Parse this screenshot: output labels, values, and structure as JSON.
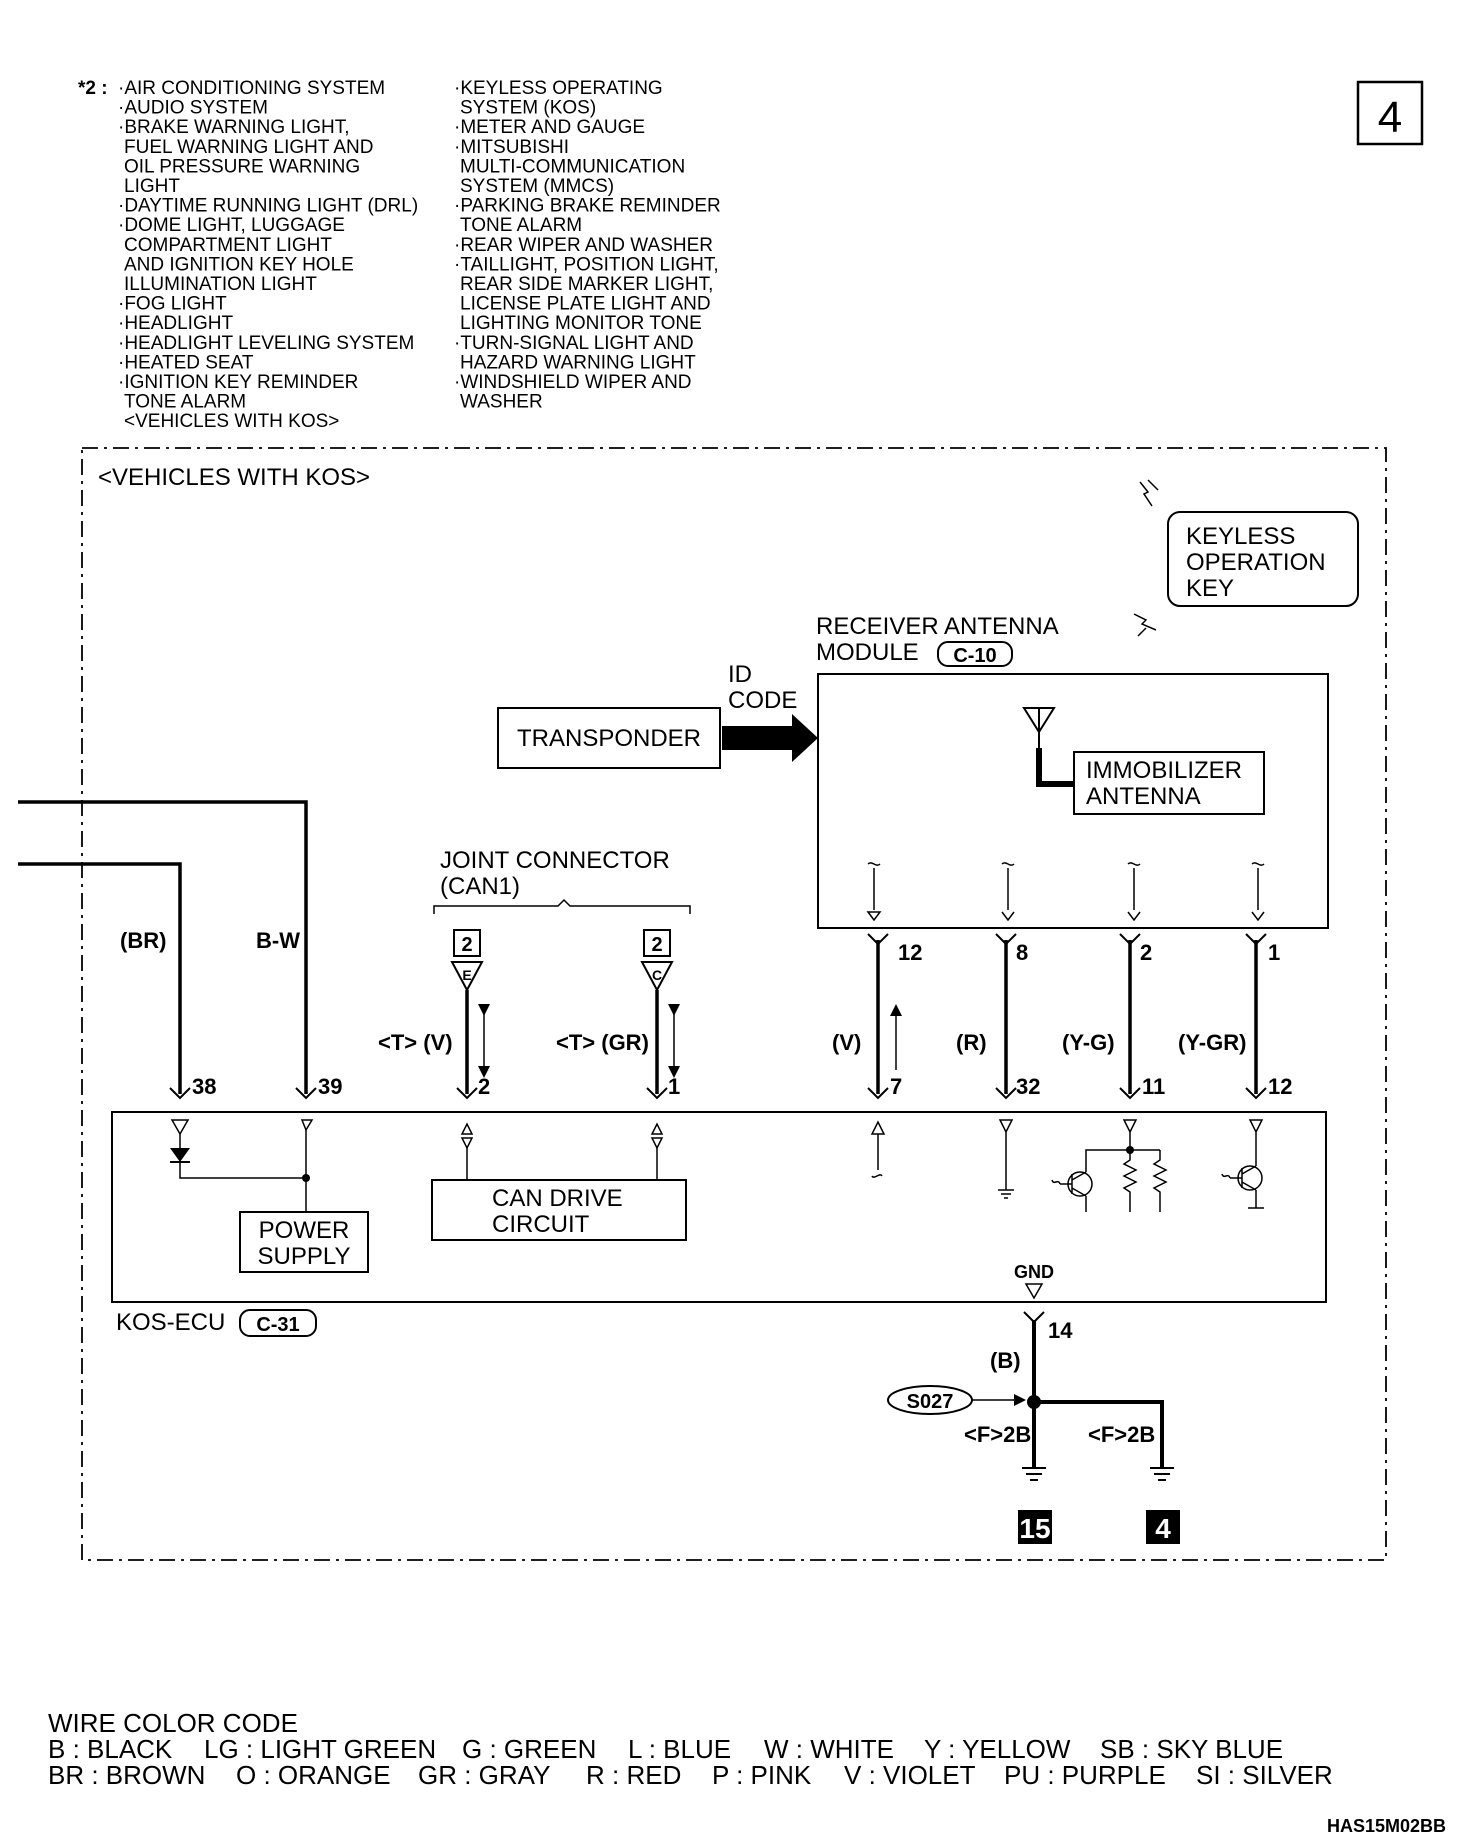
{
  "page_number": "4",
  "footnote": {
    "mark": "*2 :",
    "col1": [
      "·AIR CONDITIONING SYSTEM",
      "·AUDIO SYSTEM",
      "·BRAKE WARNING LIGHT,",
      "FUEL WARNING LIGHT AND",
      "OIL PRESSURE WARNING",
      "LIGHT",
      "·DAYTIME RUNNING LIGHT (DRL)",
      "·DOME LIGHT, LUGGAGE",
      "COMPARTMENT LIGHT",
      "AND IGNITION KEY HOLE",
      "ILLUMINATION LIGHT",
      "·FOG LIGHT",
      "·HEADLIGHT",
      "·HEADLIGHT LEVELING SYSTEM",
      "·HEATED SEAT",
      "·IGNITION KEY REMINDER",
      "TONE ALARM",
      "<VEHICLES WITH KOS>"
    ],
    "col2": [
      "·KEYLESS OPERATING",
      "SYSTEM (KOS)",
      "·METER AND GAUGE",
      "·MITSUBISHI",
      "MULTI-COMMUNICATION",
      "SYSTEM (MMCS)",
      "·PARKING BRAKE REMINDER",
      "TONE ALARM",
      "·REAR WIPER AND WASHER",
      "·TAILLIGHT, POSITION LIGHT,",
      "REAR SIDE MARKER LIGHT,",
      "LICENSE PLATE LIGHT AND",
      "LIGHTING MONITOR TONE",
      "·TURN-SIGNAL LIGHT AND",
      "HAZARD WARNING LIGHT",
      "·WINDSHIELD WIPER AND",
      "WASHER"
    ]
  },
  "section_title": "<VEHICLES WITH KOS>",
  "keyless_key": [
    "KEYLESS",
    "OPERATION",
    "KEY"
  ],
  "receiver": {
    "line1": "RECEIVER ANTENNA",
    "line2": "MODULE",
    "connector": "C-10"
  },
  "id_code": [
    "ID",
    "CODE"
  ],
  "transponder": "TRANSPONDER",
  "immobilizer": [
    "IMMOBILIZER",
    "ANTENNA"
  ],
  "joint_connector": [
    "JOINT CONNECTOR",
    "(CAN1)"
  ],
  "joint_pins": [
    {
      "num": "2",
      "letter": "E"
    },
    {
      "num": "2",
      "letter": "C"
    }
  ],
  "wires": [
    {
      "color": "(BR)",
      "ecu_pin": "38"
    },
    {
      "color": "B-W",
      "ecu_pin": "39"
    },
    {
      "color": "<T> (V)",
      "ecu_pin": "2"
    },
    {
      "color": "<T> (GR)",
      "ecu_pin": "1"
    },
    {
      "color": "(V)",
      "top_pin": "12",
      "ecu_pin": "7"
    },
    {
      "color": "(R)",
      "top_pin": "8",
      "ecu_pin": "32"
    },
    {
      "color": "(Y-G)",
      "top_pin": "2",
      "ecu_pin": "11"
    },
    {
      "color": "(Y-GR)",
      "top_pin": "1",
      "ecu_pin": "12"
    }
  ],
  "power_supply": [
    "POWER",
    "SUPPLY"
  ],
  "can_drive": [
    "CAN DRIVE",
    "CIRCUIT"
  ],
  "ecu": {
    "name": "KOS-ECU",
    "connector": "C-31"
  },
  "ground": {
    "gnd": "GND",
    "pin": "14",
    "color": "(B)",
    "splice": "S027",
    "conn_left": "<F>2B",
    "conn_right": "<F>2B",
    "ref_left": "15",
    "ref_right": "4"
  },
  "wire_color_code": {
    "title": "WIRE COLOR CODE",
    "row1": [
      "B : BLACK",
      "LG : LIGHT GREEN",
      "G : GREEN",
      "L : BLUE",
      "W : WHITE",
      "Y : YELLOW",
      "SB : SKY BLUE"
    ],
    "row2": [
      "BR : BROWN",
      "O : ORANGE",
      "GR : GRAY",
      "R : RED",
      "P : PINK",
      "V : VIOLET",
      "PU : PURPLE",
      "SI : SILVER"
    ]
  },
  "figure_code": "HAS15M02BB"
}
